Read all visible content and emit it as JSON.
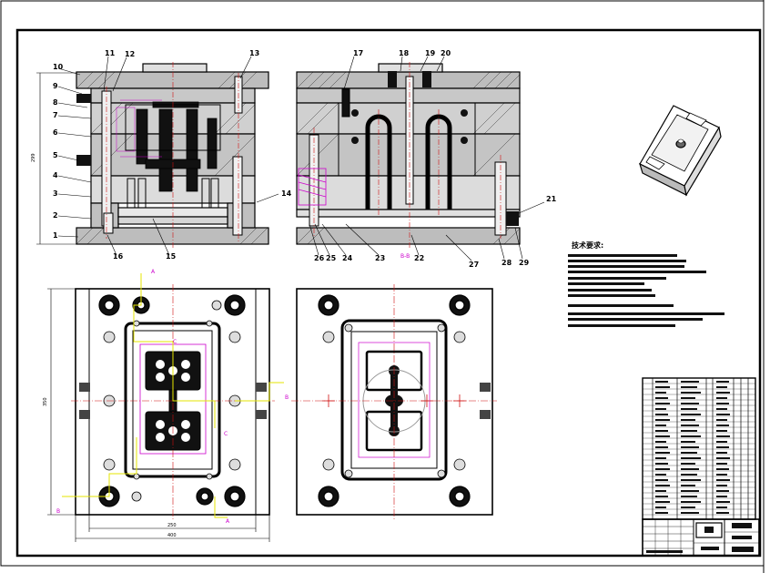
{
  "colors": {
    "line": "#000000",
    "center_line": "#d01010",
    "section_line": "#cc00cc",
    "section_path": "#e6e600"
  },
  "top_left_view": {
    "part_numbers_left": [
      "10",
      "9",
      "8",
      "7",
      "6",
      "5",
      "4",
      "3",
      "2",
      "1"
    ],
    "part_numbers_top": [
      "11",
      "12",
      "13"
    ],
    "part_numbers_right": [
      "14"
    ],
    "part_numbers_bottom": [
      "16",
      "15"
    ],
    "height_dim": "299"
  },
  "top_right_view": {
    "part_numbers_top": [
      "17",
      "18",
      "19",
      "20"
    ],
    "part_numbers_right": [
      "21"
    ],
    "part_numbers_bottom": [
      "26",
      "25",
      "24",
      "23",
      "22",
      "27",
      "28",
      "29"
    ],
    "section_label": "B-B"
  },
  "bottom_left_view": {
    "height_dim": "350",
    "width_dim_inner": "250",
    "width_dim_outer": "400",
    "section_marks": [
      "A",
      "A",
      "B",
      "B",
      "C",
      "C"
    ]
  },
  "notes": {
    "title": "技术要求:"
  }
}
